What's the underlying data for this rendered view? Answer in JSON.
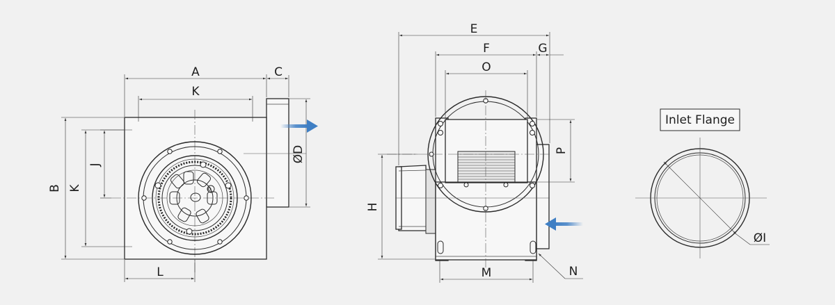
{
  "colors": {
    "background": "#f1f1f1",
    "line": "#2a2a2a",
    "airflow_arrow": "#4a86c8"
  },
  "front_view": {
    "dim_A": "A",
    "dim_K_top": "K",
    "dim_C": "C",
    "dim_B": "B",
    "dim_K_left": "K",
    "dim_J": "J",
    "dim_L": "L",
    "dim_D": "ØD"
  },
  "side_view": {
    "dim_E": "E",
    "dim_F": "F",
    "dim_G": "G",
    "dim_O": "O",
    "dim_P": "P",
    "dim_H": "H",
    "dim_M": "M",
    "dim_N": "N"
  },
  "inlet_flange": {
    "title": "Inlet Flange",
    "dim_I": "ØI"
  },
  "icons": [
    "airflow-arrow-icon",
    "bolt-icon"
  ]
}
